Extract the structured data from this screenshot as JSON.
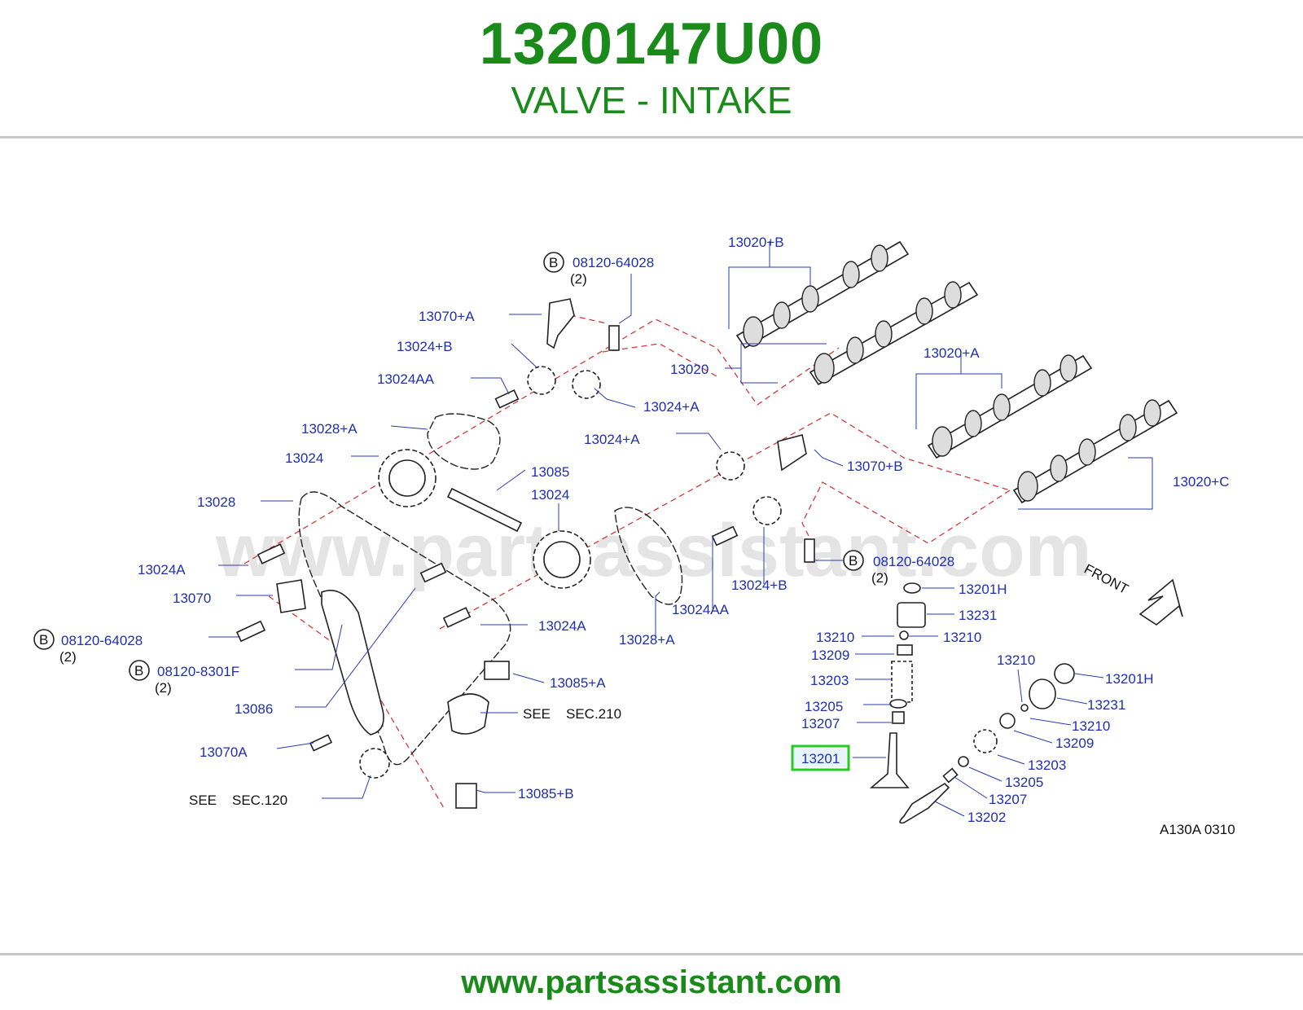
{
  "header": {
    "part_number": "1320147U00",
    "description": "VALVE - INTAKE"
  },
  "diagram": {
    "watermark": "www.partsassistant.com",
    "code": "A130A 0310",
    "front_label": "FRONT",
    "callouts": {
      "c1": "08120-64028",
      "c1q": "(2)",
      "c2": "13070+A",
      "c3": "13024+B",
      "c4": "13024AA",
      "c5": "13028+A",
      "c6": "13024",
      "c7": "13028",
      "c8": "13024A",
      "c9": "13070",
      "c10": "08120-64028",
      "c10q": "(2)",
      "c11": "08120-8301F",
      "c11q": "(2)",
      "c12": "13086",
      "c13": "13070A",
      "c14": "SEE",
      "c14b": "SEC.120",
      "c15": "13020+B",
      "c16": "13020",
      "c17": "13024+A",
      "c18": "13024+A",
      "c19": "13085",
      "c20": "13024",
      "c21": "13024A",
      "c22": "13028+A",
      "c23": "13024AA",
      "c24": "13024+B",
      "c25": "13085+A",
      "c26": "SEE",
      "c26b": "SEC.210",
      "c27": "13085+B",
      "c28": "13020+A",
      "c29": "13070+B",
      "c30": "13020+C",
      "c31": "08120-64028",
      "c31q": "(2)",
      "c32": "13201H",
      "c33": "13231",
      "c34": "13210",
      "c35": "13210",
      "c36": "13209",
      "c37": "13203",
      "c38": "13205",
      "c39": "13207",
      "c40": "13201",
      "c41": "13210",
      "c42": "13201H",
      "c43": "13231",
      "c44": "13210",
      "c45": "13209",
      "c46": "13203",
      "c47": "13205",
      "c48": "13207",
      "c49": "13202"
    },
    "bolt_marker": "B"
  },
  "footer": {
    "url": "www.partsassistant.com"
  },
  "colors": {
    "title_green": "#1a8a1a",
    "label_blue": "#1f2fb0",
    "highlight_green": "#22cc22",
    "dashed_red": "#d23a3a"
  }
}
